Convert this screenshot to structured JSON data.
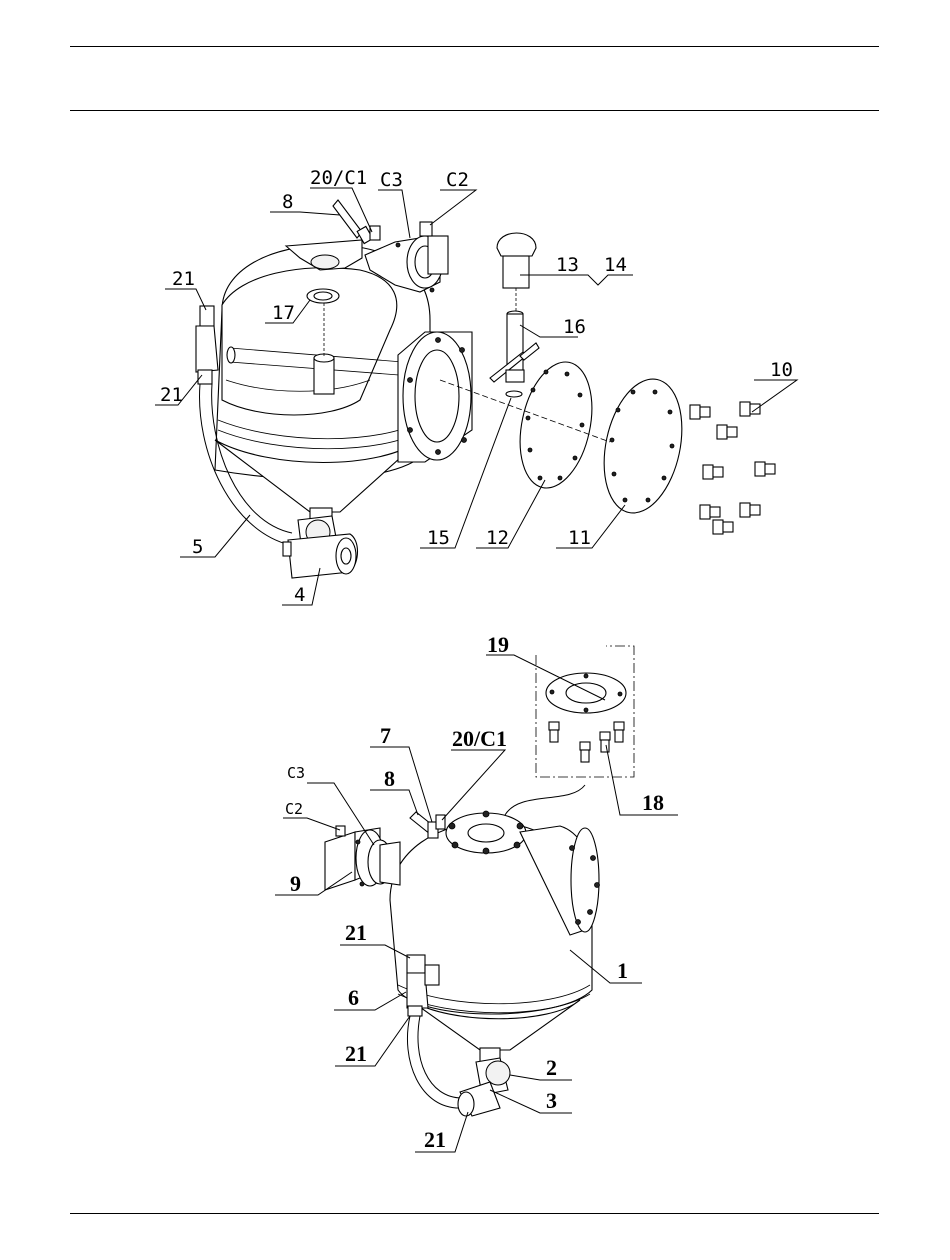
{
  "top_diagram": {
    "labels": {
      "p20c1": "20/C1",
      "c3": "C3",
      "c2": "C2",
      "p8": "8",
      "p13": "13",
      "p14": "14",
      "p21a": "21",
      "p17": "17",
      "p16": "16",
      "p10": "10",
      "p21b": "21",
      "p5": "5",
      "p15": "15",
      "p12": "12",
      "p11": "11",
      "p4": "4"
    }
  },
  "bottom_diagram": {
    "labels": {
      "p19": "19",
      "p7": "7",
      "p20c1": "20/C1",
      "c3": "C3",
      "p8": "8",
      "c2": "C2",
      "p18": "18",
      "p9": "9",
      "p21a": "21",
      "p1": "1",
      "p6": "6",
      "p21b": "21",
      "p2": "2",
      "p3": "3",
      "p21c": "21"
    }
  }
}
